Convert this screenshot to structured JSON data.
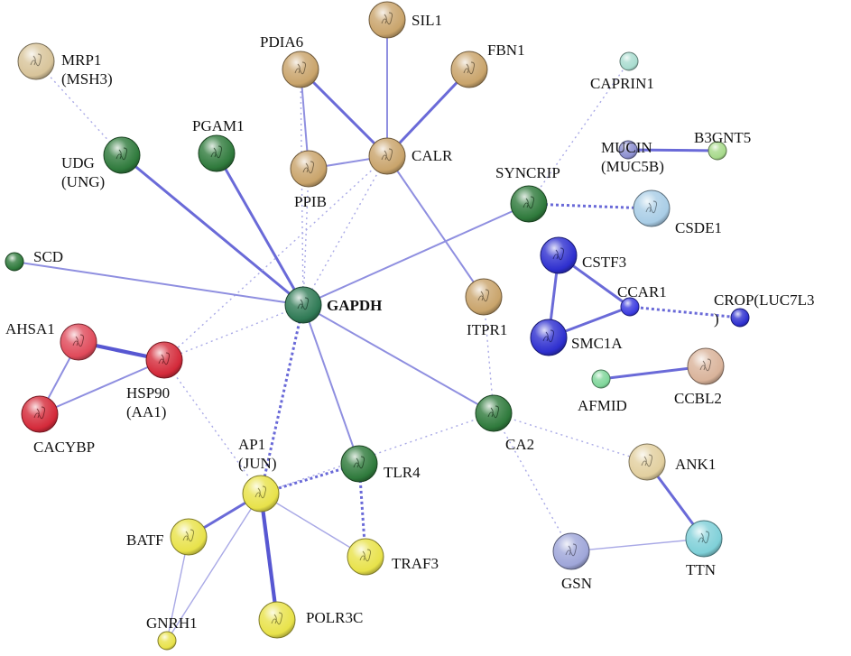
{
  "nodes": [
    {
      "id": "SIL1",
      "label": [
        "SIL1"
      ],
      "color": "#c9a46b"
    },
    {
      "id": "FBN1",
      "label": [
        "FBN1"
      ],
      "color": "#c9a46b"
    },
    {
      "id": "PDIA6",
      "label": [
        "PDIA6"
      ],
      "color": "#c9a46b"
    },
    {
      "id": "MRP1",
      "label": [
        "MRP1",
        "(MSH3)"
      ],
      "color": "#d8c49a"
    },
    {
      "id": "CAPRIN1",
      "label": [
        "CAPRIN1"
      ],
      "color": "#a9dccf"
    },
    {
      "id": "B3GNT5",
      "label": [
        "B3GNT5"
      ],
      "color": "#a6d98a"
    },
    {
      "id": "MUCIN",
      "label": [
        "MUCIN",
        "(MUC5B)"
      ],
      "color": "#8c8fd0"
    },
    {
      "id": "PGAM1",
      "label": [
        "PGAM1"
      ],
      "color": "#2f7a3c"
    },
    {
      "id": "UDG",
      "label": [
        "UDG",
        "(UNG)"
      ],
      "color": "#2f7a3c"
    },
    {
      "id": "CALR",
      "label": [
        "CALR"
      ],
      "color": "#c9a46b"
    },
    {
      "id": "PPIB",
      "label": [
        "PPIB"
      ],
      "color": "#c9a46b"
    },
    {
      "id": "SYNCRIP",
      "label": [
        "SYNCRIP"
      ],
      "color": "#2f7a3c"
    },
    {
      "id": "CSDE1",
      "label": [
        "CSDE1"
      ],
      "color": "#a9cde6"
    },
    {
      "id": "SCD",
      "label": [
        "SCD"
      ],
      "color": "#2f7a3c"
    },
    {
      "id": "CSTF3",
      "label": [
        "CSTF3"
      ],
      "color": "#2e2fcf"
    },
    {
      "id": "CCAR1",
      "label": [
        "CCAR1"
      ],
      "color": "#3b3be0"
    },
    {
      "id": "CROP",
      "label": [
        "CROP(LUC7L3",
        ")"
      ],
      "color": "#2e2fcf"
    },
    {
      "id": "GAPDH",
      "label": [
        "GAPDH"
      ],
      "color": "#2f7a55",
      "bold": true
    },
    {
      "id": "ITPR1",
      "label": [
        "ITPR1"
      ],
      "color": "#c9a46b"
    },
    {
      "id": "SMC1A",
      "label": [
        "SMC1A"
      ],
      "color": "#2e2fcf"
    },
    {
      "id": "AHSA1",
      "label": [
        "AHSA1"
      ],
      "color": "#e04a5a"
    },
    {
      "id": "HSP90",
      "label": [
        "HSP90",
        "(AA1)"
      ],
      "color": "#d42a3a"
    },
    {
      "id": "CACYBP",
      "label": [
        "CACYBP"
      ],
      "color": "#d42a3a"
    },
    {
      "id": "AFMID",
      "label": [
        "AFMID"
      ],
      "color": "#7fd69a"
    },
    {
      "id": "CCBL2",
      "label": [
        "CCBL2"
      ],
      "color": "#d9b39a"
    },
    {
      "id": "CA2",
      "label": [
        "CA2"
      ],
      "color": "#2f7a3c"
    },
    {
      "id": "ANK1",
      "label": [
        "ANK1"
      ],
      "color": "#e2cf9f"
    },
    {
      "id": "AP1",
      "label": [
        "AP1",
        "(JUN)"
      ],
      "color": "#e8e24a"
    },
    {
      "id": "TLR4",
      "label": [
        "TLR4"
      ],
      "color": "#2f7a3c"
    },
    {
      "id": "BATF",
      "label": [
        "BATF"
      ],
      "color": "#e8e24a"
    },
    {
      "id": "TRAF3",
      "label": [
        "TRAF3"
      ],
      "color": "#e8e24a"
    },
    {
      "id": "GSN",
      "label": [
        "GSN"
      ],
      "color": "#9fa6d9"
    },
    {
      "id": "TTN",
      "label": [
        "TTN"
      ],
      "color": "#7fd0d8"
    },
    {
      "id": "GNRH1",
      "label": [
        "GNRH1"
      ],
      "color": "#e8e24a"
    },
    {
      "id": "POLR3C",
      "label": [
        "POLR3C"
      ],
      "color": "#e8e24a"
    }
  ],
  "edges": [
    {
      "from": "SIL1",
      "to": "CALR",
      "style": "solid",
      "strength": 2
    },
    {
      "from": "FBN1",
      "to": "CALR",
      "style": "solid",
      "strength": 3
    },
    {
      "from": "PDIA6",
      "to": "CALR",
      "style": "solid",
      "strength": 3
    },
    {
      "from": "PDIA6",
      "to": "PPIB",
      "style": "solid",
      "strength": 2
    },
    {
      "from": "PPIB",
      "to": "CALR",
      "style": "solid",
      "strength": 2
    },
    {
      "from": "PDIA6",
      "to": "GAPDH",
      "style": "dotted",
      "strength": 1
    },
    {
      "from": "MRP1",
      "to": "UDG",
      "style": "dotted",
      "strength": 1
    },
    {
      "from": "UDG",
      "to": "GAPDH",
      "style": "solid",
      "strength": 3
    },
    {
      "from": "PGAM1",
      "to": "GAPDH",
      "style": "solid",
      "strength": 3
    },
    {
      "from": "PPIB",
      "to": "GAPDH",
      "style": "dotted",
      "strength": 1
    },
    {
      "from": "CALR",
      "to": "GAPDH",
      "style": "dotted",
      "strength": 1
    },
    {
      "from": "CALR",
      "to": "ITPR1",
      "style": "solid",
      "strength": 2
    },
    {
      "from": "CALR",
      "to": "HSP90",
      "style": "dotted",
      "strength": 1
    },
    {
      "from": "SYNCRIP",
      "to": "GAPDH",
      "style": "solid",
      "strength": 2
    },
    {
      "from": "SYNCRIP",
      "to": "CSDE1",
      "style": "dotted",
      "strength": 3
    },
    {
      "from": "CAPRIN1",
      "to": "SYNCRIP",
      "style": "dotted",
      "strength": 1
    },
    {
      "from": "MUCIN",
      "to": "B3GNT5",
      "style": "solid",
      "strength": 3
    },
    {
      "from": "SCD",
      "to": "GAPDH",
      "style": "solid",
      "strength": 2
    },
    {
      "from": "CSTF3",
      "to": "SMC1A",
      "style": "solid",
      "strength": 3
    },
    {
      "from": "CSTF3",
      "to": "CCAR1",
      "style": "solid",
      "strength": 3
    },
    {
      "from": "SMC1A",
      "to": "CCAR1",
      "style": "solid",
      "strength": 3
    },
    {
      "from": "CCAR1",
      "to": "CROP",
      "style": "dotted",
      "strength": 3
    },
    {
      "from": "GAPDH",
      "to": "CA2",
      "style": "solid",
      "strength": 2
    },
    {
      "from": "GAPDH",
      "to": "TLR4",
      "style": "solid",
      "strength": 2
    },
    {
      "from": "GAPDH",
      "to": "AP1",
      "style": "dotted",
      "strength": 3
    },
    {
      "from": "GAPDH",
      "to": "HSP90",
      "style": "dotted",
      "strength": 1
    },
    {
      "from": "ITPR1",
      "to": "CA2",
      "style": "dotted",
      "strength": 1
    },
    {
      "from": "AHSA1",
      "to": "HSP90",
      "style": "solid",
      "strength": 4
    },
    {
      "from": "AHSA1",
      "to": "CACYBP",
      "style": "solid",
      "strength": 2
    },
    {
      "from": "HSP90",
      "to": "CACYBP",
      "style": "solid",
      "strength": 2
    },
    {
      "from": "HSP90",
      "to": "AP1",
      "style": "dotted",
      "strength": 1
    },
    {
      "from": "AFMID",
      "to": "CCBL2",
      "style": "solid",
      "strength": 3
    },
    {
      "from": "CA2",
      "to": "AP1",
      "style": "dotted",
      "strength": 1
    },
    {
      "from": "CA2",
      "to": "ANK1",
      "style": "dotted",
      "strength": 1
    },
    {
      "from": "CA2",
      "to": "GSN",
      "style": "dotted",
      "strength": 1
    },
    {
      "from": "ANK1",
      "to": "TTN",
      "style": "solid",
      "strength": 3
    },
    {
      "from": "GSN",
      "to": "TTN",
      "style": "solid",
      "strength": 1
    },
    {
      "from": "TLR4",
      "to": "TRAF3",
      "style": "dotted",
      "strength": 3
    },
    {
      "from": "TLR4",
      "to": "AP1",
      "style": "dotted",
      "strength": 3
    },
    {
      "from": "AP1",
      "to": "BATF",
      "style": "solid",
      "strength": 3
    },
    {
      "from": "AP1",
      "to": "TRAF3",
      "style": "solid",
      "strength": 1
    },
    {
      "from": "AP1",
      "to": "GNRH1",
      "style": "solid",
      "strength": 1
    },
    {
      "from": "AP1",
      "to": "POLR3C",
      "style": "solid",
      "strength": 4
    },
    {
      "from": "BATF",
      "to": "GNRH1",
      "style": "solid",
      "strength": 1
    }
  ]
}
